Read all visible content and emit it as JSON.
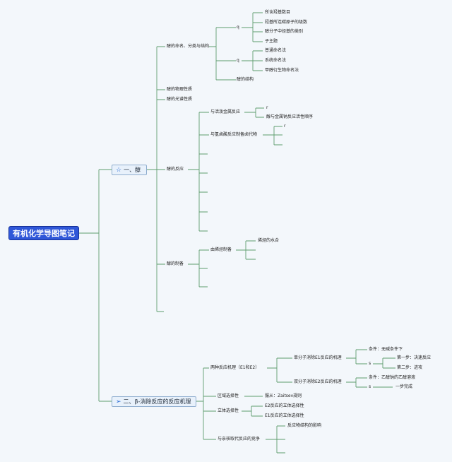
{
  "title": "有机化学导图笔记",
  "branches": {
    "b1": {
      "label": "一、醇",
      "icon": "star-icon"
    },
    "b2": {
      "label": "二、β-消除反应的反应机理",
      "icon": "paper-plane-icon"
    }
  },
  "b1": {
    "n1": "醇的命名、分类与结构",
    "n1a": "q",
    "n1a1": "所含羟基数目",
    "n1a2": "羟基所连碳原子的级数",
    "n1a3": "醇分子中烃基的类别",
    "n1a4": "子主题",
    "n1b": "q",
    "n1b1": "普通命名法",
    "n1b2": "系统命名法",
    "n1b3": "甲醇衍生物命名法",
    "n1c": "醇的结构",
    "n2": "醇的物理性质",
    "n3": "醇的光谱性质",
    "n4": "醇的反应",
    "n4a": "与活泼金属反应",
    "n4a1": "r",
    "n4a2": "醇与金属钠反应活性顺序",
    "n4b": "与氢卤酸反应制备卤代物",
    "n4b1": "r",
    "n5": "醇的制备",
    "n5a": "由烯烃制备",
    "n5a1": "烯烃的水合"
  },
  "b2": {
    "m1": "两种反应机理（E1和E2）",
    "m1a": "单分子消除E1反应的机理",
    "m1a1": "条件：无碱条件下",
    "m1a2": "s",
    "m1a2a": "第一步：决速反应",
    "m1a2b": "第二步：进攻",
    "m1b": "双分子消除E2反应的机理",
    "m1b1": "条件：乙醇钠的乙醇溶液",
    "m1b2": "s",
    "m1b2a": "一步完成",
    "m2": "区域选择性",
    "m2a": "服从：Zaitsev规则",
    "m3": "立体选择性",
    "m3a": "E2反应的立体选择性",
    "m3b": "E1反应的立体选择性",
    "m4": "与亲核取代反应的竞争",
    "m4a": "反应物结构的影响"
  },
  "colors": {
    "background": "#f3f7fb",
    "root": "#2f57d8",
    "line": "#5e9c6e",
    "branch_fill": "#e8f1fb"
  }
}
